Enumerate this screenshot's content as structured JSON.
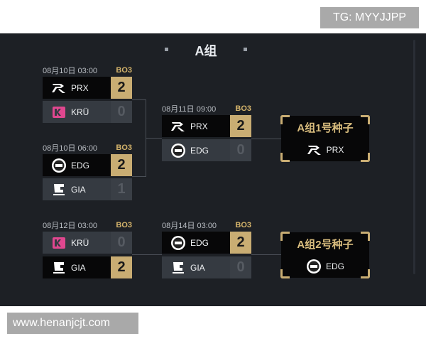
{
  "tg_label": "TG: MYYJJPP",
  "watermark": "www.henanjcjt.com",
  "group_title": "A组",
  "matches": [
    {
      "time": "08月10日 03:00",
      "format": "BO3",
      "teams": [
        {
          "name": "PRX",
          "score": "2",
          "logo": "prx-logo"
        },
        {
          "name": "KRÜ",
          "score": "0",
          "logo": "kru-logo"
        }
      ]
    },
    {
      "time": "08月10日 06:00",
      "format": "BO3",
      "teams": [
        {
          "name": "EDG",
          "score": "2",
          "logo": "edg-logo"
        },
        {
          "name": "GIA",
          "score": "1",
          "logo": "gia-logo"
        }
      ]
    },
    {
      "time": "08月11日 09:00",
      "format": "BO3",
      "teams": [
        {
          "name": "PRX",
          "score": "2",
          "logo": "prx-logo"
        },
        {
          "name": "EDG",
          "score": "0",
          "logo": "edg-logo"
        }
      ]
    },
    {
      "time": "08月12日 03:00",
      "format": "BO3",
      "teams": [
        {
          "name": "KRÜ",
          "score": "0",
          "logo": "kru-logo"
        },
        {
          "name": "GIA",
          "score": "2",
          "logo": "gia-logo"
        }
      ]
    },
    {
      "time": "08月14日 03:00",
      "format": "BO3",
      "teams": [
        {
          "name": "EDG",
          "score": "2",
          "logo": "edg-logo"
        },
        {
          "name": "GIA",
          "score": "0",
          "logo": "gia-logo"
        }
      ]
    }
  ],
  "seeds": [
    {
      "title": "A组1号种子",
      "team": "PRX"
    },
    {
      "title": "A组2号种子",
      "team": "EDG"
    }
  ],
  "colors": {
    "background": "#1d2025",
    "gold": "#c9ad73",
    "winner_row": "#070708",
    "loser_row": "#353a41"
  }
}
